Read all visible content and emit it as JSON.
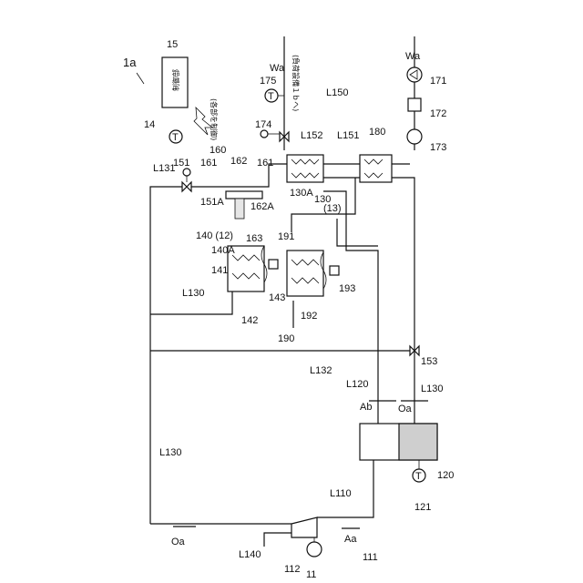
{
  "system_label": "1a",
  "control_unit": {
    "label": "制御部",
    "ref": "15",
    "note": "(各部を制御)"
  },
  "sensor_symbol": "T",
  "fluids": {
    "water": "Wa",
    "outdoor_air": "Oa",
    "air_a": "Aa",
    "air_b": "Ab"
  },
  "load_note": "(負荷設備１ｂへ)",
  "lines": {
    "L110": "L110",
    "L120": "L120",
    "L130": "L130",
    "L131": "L131",
    "L132": "L132",
    "L140": "L140",
    "L150": "L150",
    "L151": "L151",
    "L152": "L152"
  },
  "refs": {
    "r11": "11",
    "r111": "111",
    "r112": "112",
    "r120": "120",
    "r121": "121",
    "r14": "14",
    "r140": "140 (12)",
    "r140A": "140A",
    "r141": "141",
    "r142": "142",
    "r143": "143",
    "r151": "151",
    "r151A": "151A",
    "r153": "153",
    "r160": "160",
    "r161a": "161",
    "r161b": "161",
    "r162": "162",
    "r162A": "162A",
    "r163": "163",
    "r130": "130",
    "r130_13": "(13)",
    "r130A": "130A",
    "r171": "171",
    "r172": "172",
    "r173": "173",
    "r174": "174",
    "r175": "175",
    "r180": "180",
    "r190": "190",
    "r191": "191",
    "r192": "192",
    "r193": "193"
  }
}
